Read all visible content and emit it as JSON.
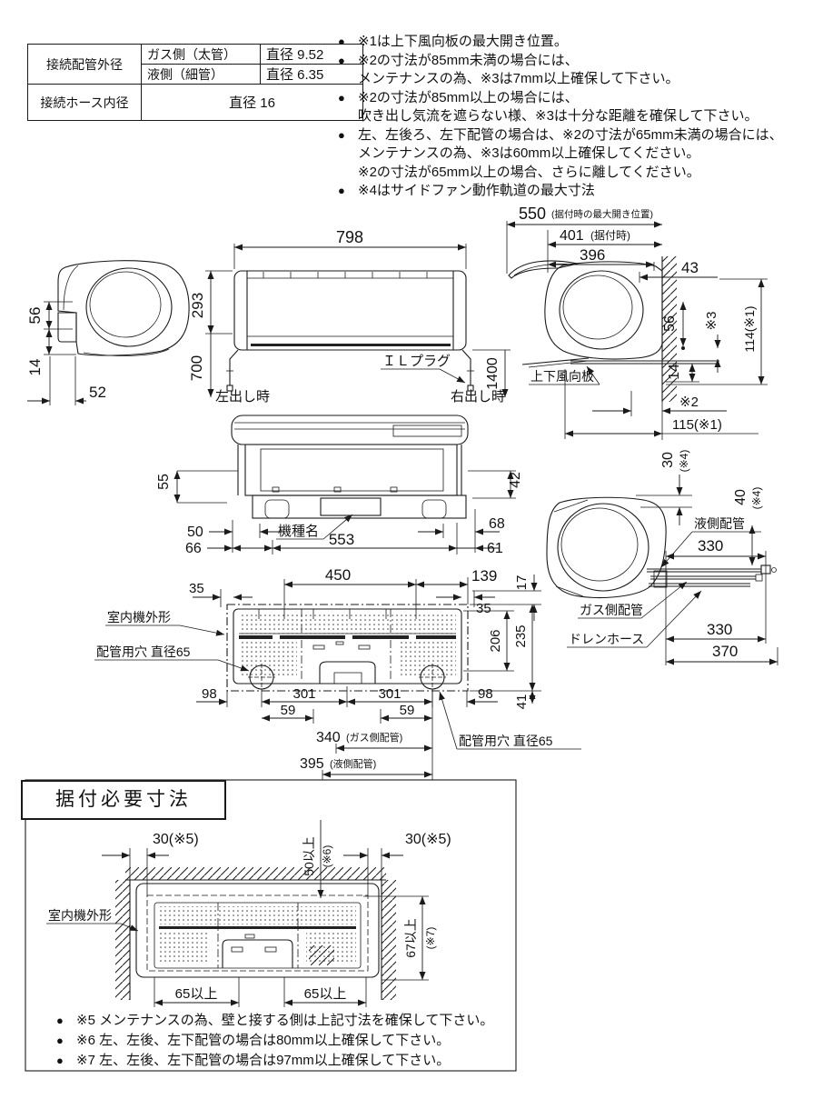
{
  "spec_table": {
    "pipe_outer_label": "接続配管外径",
    "gas_label": "ガス側（太管）",
    "gas_value": "直径 9.52",
    "liquid_label": "液側（細管）",
    "liquid_value": "直径 6.35",
    "hose_label": "接続ホース内径",
    "hose_value": "直径 16"
  },
  "top_notes": [
    {
      "b": "●",
      "text": "※1は上下風向板の最大開き位置。"
    },
    {
      "b": "●",
      "text": "※2の寸法が85mm未満の場合には、"
    },
    {
      "text": "メンテナンスの為、※3は7mm以上確保して下さい。"
    },
    {
      "b": "●",
      "text": "※2の寸法が85mm以上の場合には、"
    },
    {
      "text": "吹き出し気流を遮らない様、※3は十分な距離を確保して下さい。"
    },
    {
      "b": "●",
      "text": "左、左後ろ、左下配管の場合は、※2の寸法が65mm未満の場合には、"
    },
    {
      "text": "メンテナンスの為、※3は60mm以上確保してください。"
    },
    {
      "text": "※2の寸法が65mm以上の場合、さらに離してください。"
    },
    {
      "b": "●",
      "text": "※4はサイドファン動作軌道の最大寸法"
    }
  ],
  "sideL": {
    "d56": "56",
    "d14": "14",
    "d52": "52"
  },
  "front": {
    "d798": "798",
    "d293": "293",
    "d700": "700",
    "d1400": "1400",
    "plug": "ＩＬプラグ",
    "left_out": "左出し時",
    "right_out": "右出し時"
  },
  "sideR": {
    "d550": "550",
    "d550_note": "(据付時の最大開き位置)",
    "d401": "401",
    "d401_note": "(据付時)",
    "d396": "396",
    "d43": "43",
    "d114": "114(※1)",
    "d56": "56",
    "s3": "※3",
    "d14": "14",
    "s2": "※2",
    "d115": "115(※1)",
    "vane": "上下風向板"
  },
  "bottom": {
    "d55": "55",
    "d42": "42",
    "d50": "50",
    "d66": "66",
    "d553": "553",
    "d68": "68",
    "d61": "61",
    "model": "機種名"
  },
  "piping": {
    "d30": "30",
    "d30_note": "(※4)",
    "d40": "40",
    "d40_note": "(※4)",
    "liquid": "液側配管",
    "gas": "ガス側配管",
    "drain": "ドレンホース",
    "d330a": "330",
    "d330b": "330",
    "d370": "370"
  },
  "rear": {
    "d450": "450",
    "d139": "139",
    "d35l": "35",
    "d35r": "35",
    "d17": "17",
    "outline": "室内機外形",
    "holeL": "配管用穴 直径65",
    "holeR": "配管用穴 直径65",
    "d206": "206",
    "d235": "235",
    "d41": "41",
    "d98l": "98",
    "d301l": "301",
    "d301r": "301",
    "d98r": "98",
    "d59l": "59",
    "d59r": "59",
    "d340": "340",
    "d340_note": "(ガス側配管)",
    "d395": "395",
    "d395_note": "(液側配管)"
  },
  "install": {
    "title": "据付必要寸法",
    "d30l": "30(※5)",
    "d30r": "30(※5)",
    "d50": "50以上",
    "d50_note": "(※6)",
    "d67": "67以上",
    "d67_note": "(※7)",
    "d65l": "65以上",
    "d65r": "65以上",
    "outline": "室内機外形",
    "notes": [
      {
        "b": "●",
        "text": "※5 メンテナンスの為、壁と接する側は上記寸法を確保して下さい。"
      },
      {
        "b": "●",
        "text": "※6 左、左後、左下配管の場合は80mm以上確保して下さい。"
      },
      {
        "b": "●",
        "text": "※7 左、左後、左下配管の場合は97mm以上確保して下さい。"
      }
    ]
  }
}
